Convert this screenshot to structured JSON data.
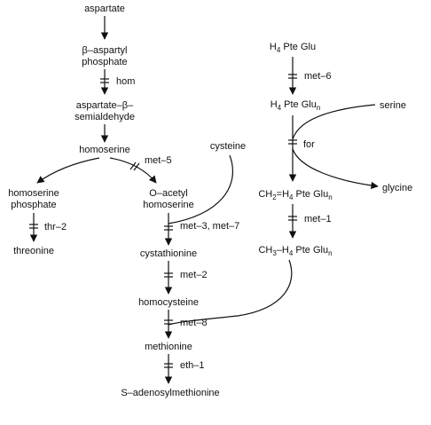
{
  "metabolites": {
    "aspartate": "aspartate",
    "b_aspartyl_1": "β–aspartyl",
    "b_aspartyl_2": "phosphate",
    "semi_1": "aspartate–β–",
    "semi_2": "semialdehyde",
    "homoserine": "homoserine",
    "hsp_1": "homoserine",
    "hsp_2": "phosphate",
    "threonine": "threonine",
    "oah_1": "O–acetyl",
    "oah_2": "homoserine",
    "cysteine": "cysteine",
    "cystathionine": "cystathionine",
    "homocysteine": "homocysteine",
    "methionine": "methionine",
    "sam": "S–adenosylmethionine",
    "serine": "serine",
    "glycine": "glycine",
    "h4_main": "H",
    "h4_sub": "4",
    "pte_glu": " Pte Glu",
    "n_sub": "n",
    "ch2": "CH",
    "ch2_sub": "2",
    "eq_h": "=H",
    "ch3": "CH",
    "ch3_sub": "3",
    "dash_h": "–H"
  },
  "genes": {
    "hom": "hom",
    "met5": "met–5",
    "thr2": "thr–2",
    "met3_7": "met–3, met–7",
    "met2": "met–2",
    "met8": "met–8",
    "eth1": "eth–1",
    "met6": "met–6",
    "for": "for",
    "met1": "met–1"
  }
}
